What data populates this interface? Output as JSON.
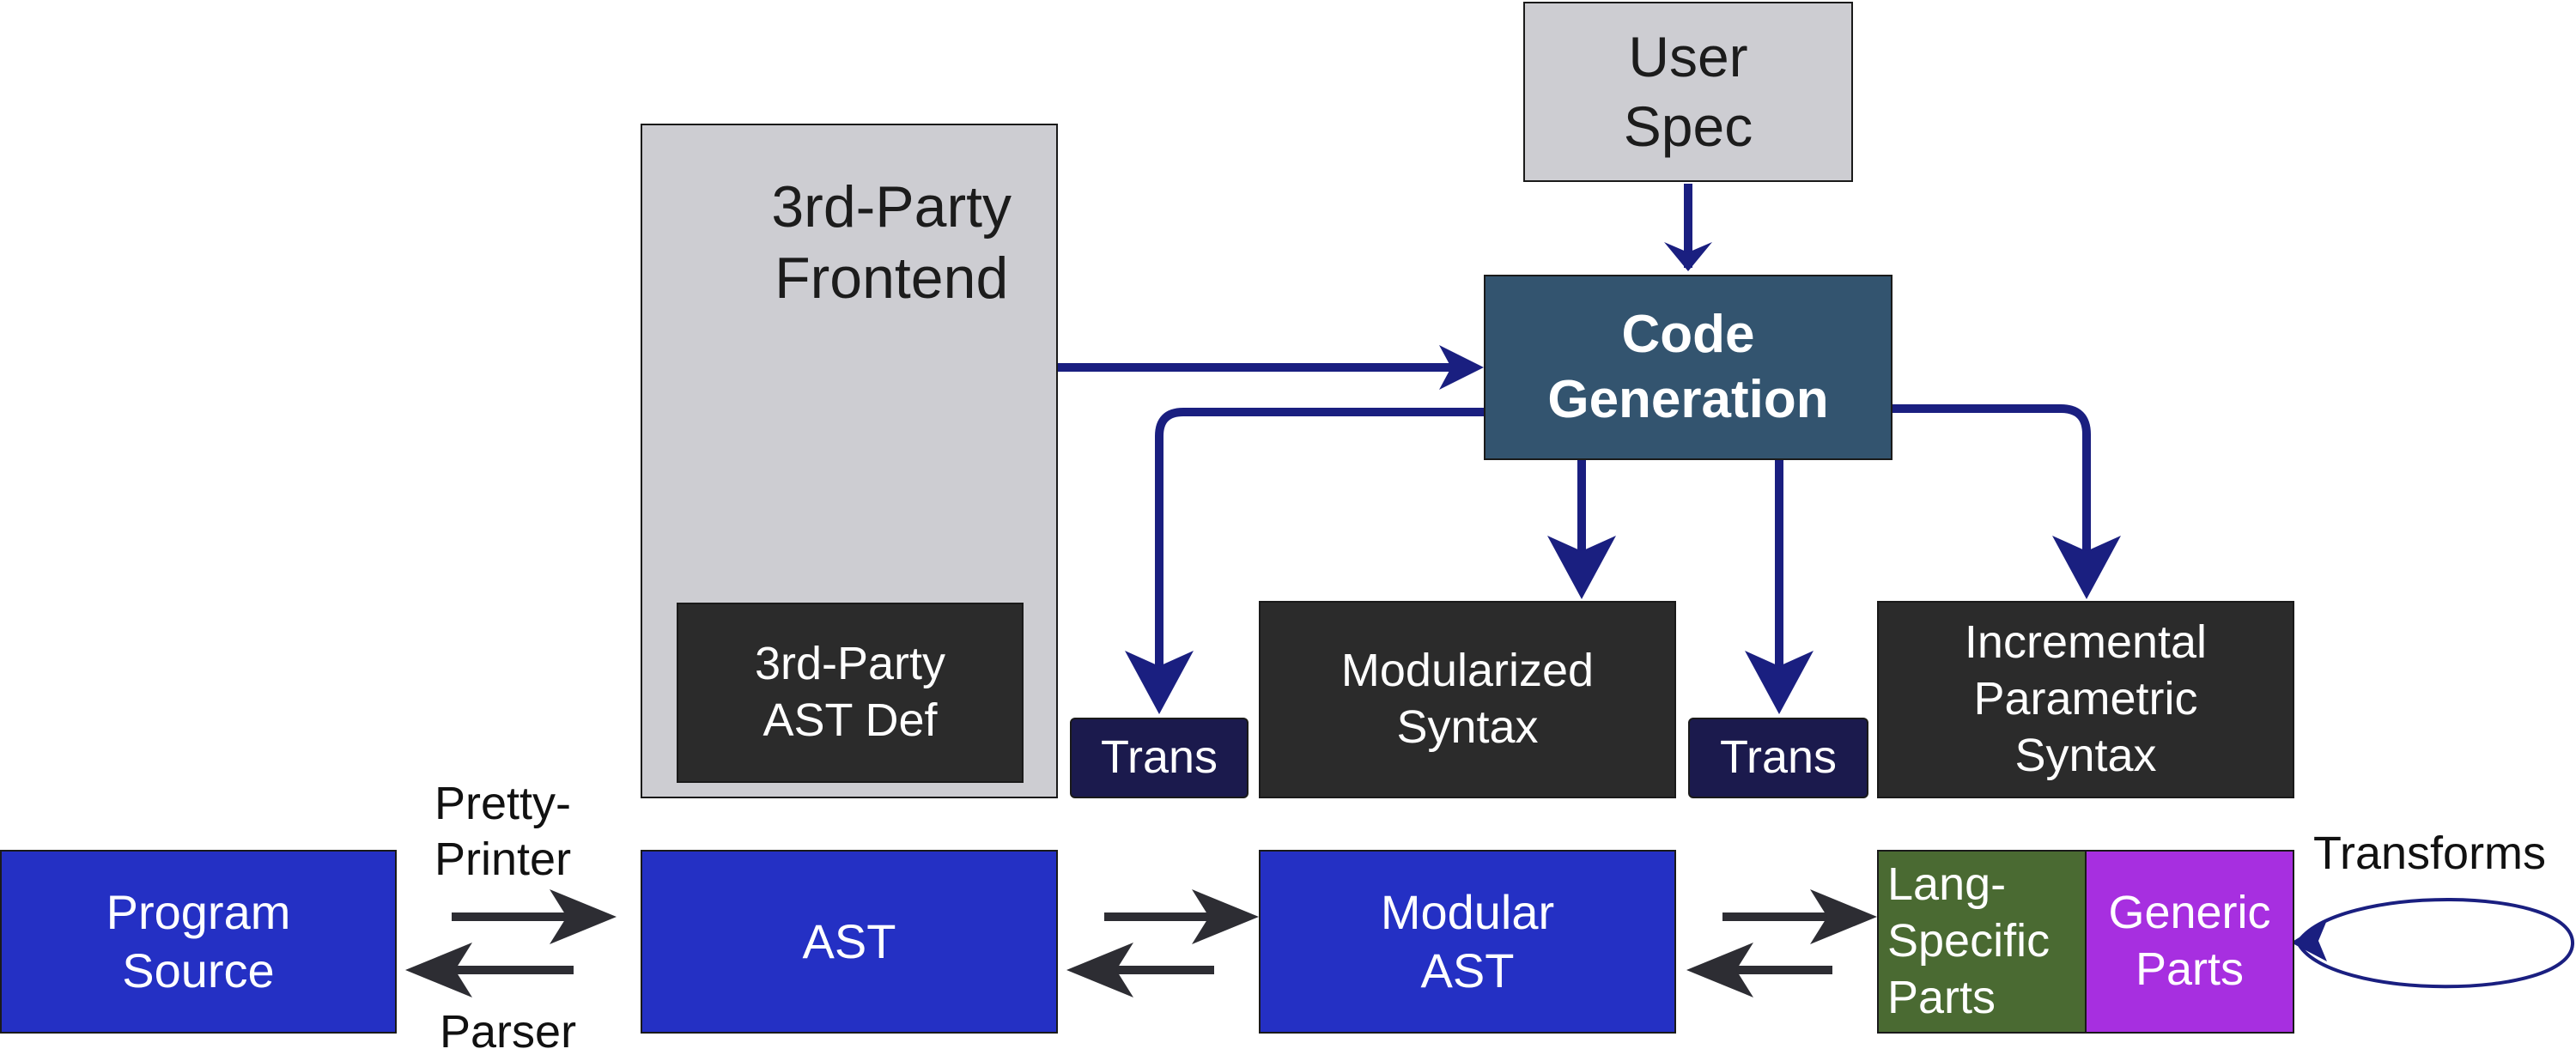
{
  "boxes": {
    "user_spec": "User\nSpec",
    "third_party_frontend": "3rd-Party\nFrontend",
    "code_generation": "Code\nGeneration",
    "third_party_ast_def": "3rd-Party\nAST Def",
    "trans_left": "Trans",
    "modularized_syntax": "Modularized\nSyntax",
    "trans_right": "Trans",
    "incremental_parametric_syntax": "Incremental\nParametric\nSyntax",
    "program_source": "Program\nSource",
    "ast": "AST",
    "modular_ast": "Modular\nAST",
    "lang_specific_parts": "Lang-\nSpecific\nParts",
    "generic_parts": "Generic\nParts"
  },
  "labels": {
    "pretty_printer": "Pretty-\nPrinter",
    "parser": "Parser",
    "transforms": "Transforms"
  },
  "colors": {
    "navy_arrow": "#1a1f80",
    "dark_arrow": "#2d2d33",
    "grey_box": "#cdcdd2",
    "dark_box": "#2b2b2b",
    "blue_box": "#2430c4",
    "teal_box": "#33546f",
    "green_box": "#4a6a32",
    "purple_box": "#a72fe0"
  }
}
